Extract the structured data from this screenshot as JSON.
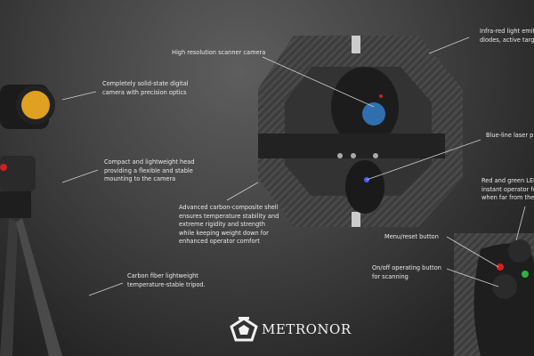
{
  "labels": {
    "scanner_camera": "High resolution scanner camera",
    "digital_camera": [
      "Completely solid-state digital",
      "camera with precision optics"
    ],
    "head": [
      "Compact and lightweight head",
      "providing a flexible and stable",
      "mounting to the camera"
    ],
    "shell": [
      "Advanced carbon-composite shell",
      "ensures temperature stability and",
      "extreme rigidity and strength",
      "while keeping weight down for",
      "enhanced operator comfort"
    ],
    "tripod": [
      "Carbon fiber lightweight",
      "temperature-stable tripod."
    ],
    "infrared": [
      "Infra-red light emitti",
      "diodes, active target"
    ],
    "laser": "Blue-line laser pro",
    "leds": [
      "Red and green LEDs",
      "instant operator fee",
      "when far from the c"
    ],
    "menu_button": "Menu/reset button",
    "onoff_button": [
      "On/off operating button",
      "for scanning"
    ]
  },
  "logo": {
    "text": "METRONOR"
  },
  "colors": {
    "lens_blue": "#2f6fb0",
    "lens_amber": "#e0a020",
    "led_red": "#d02020",
    "led_green": "#30b040"
  }
}
